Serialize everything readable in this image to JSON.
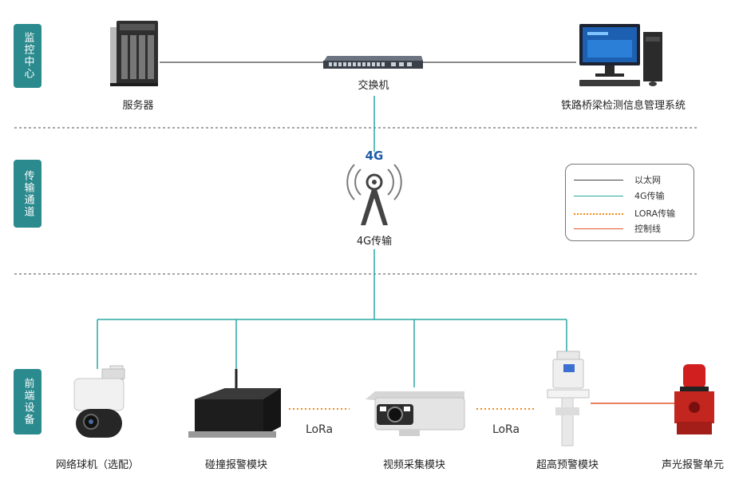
{
  "layers": {
    "monitor": "监控中心",
    "transport": "传输通道",
    "frontend": "前端设备"
  },
  "center": {
    "server": "服务器",
    "switch": "交换机",
    "system": "铁路桥梁检测信息管理系统"
  },
  "transport": {
    "badge": "4G",
    "label": "4G传输"
  },
  "legend": [
    {
      "label": "以太网",
      "color": "#444444",
      "style": "solid"
    },
    {
      "label": "4G传输",
      "color": "#2aa7a4",
      "style": "solid"
    },
    {
      "label": "LORA传输",
      "color": "#f08a1c",
      "style": "dotted"
    },
    {
      "label": "控制线",
      "color": "#e4572e",
      "style": "solid"
    }
  ],
  "devices": {
    "dome_camera": "网络球机（选配）",
    "collision": "碰撞报警模块",
    "video": "视频采集模块",
    "height": "超高预警模块",
    "alarm": "声光报警单元"
  },
  "links": {
    "lora_left": "LoRa",
    "lora_right": "LoRa"
  },
  "colors": {
    "teal": "#2a8a8e",
    "line4g": "#2aa7a4",
    "ethernet": "#444444",
    "lora": "#f08a1c",
    "control": "#e4572e"
  }
}
